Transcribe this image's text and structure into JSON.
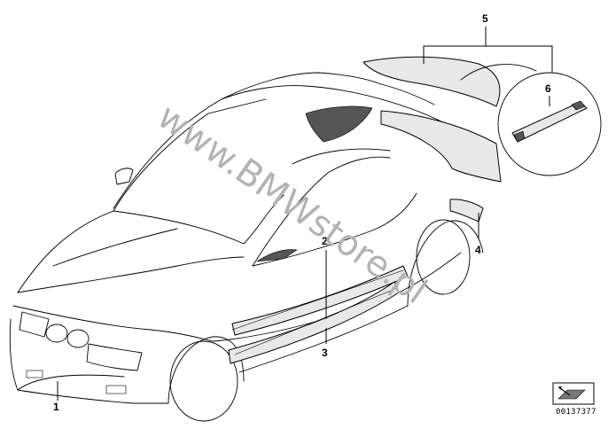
{
  "callouts": [
    "1",
    "2",
    "3",
    "4",
    "5",
    "6"
  ],
  "watermark": "www.BMWstore.pl",
  "reference_number": "00137377",
  "icons": {
    "car": "car-outline-icon",
    "doc": "document-arrow-icon"
  }
}
